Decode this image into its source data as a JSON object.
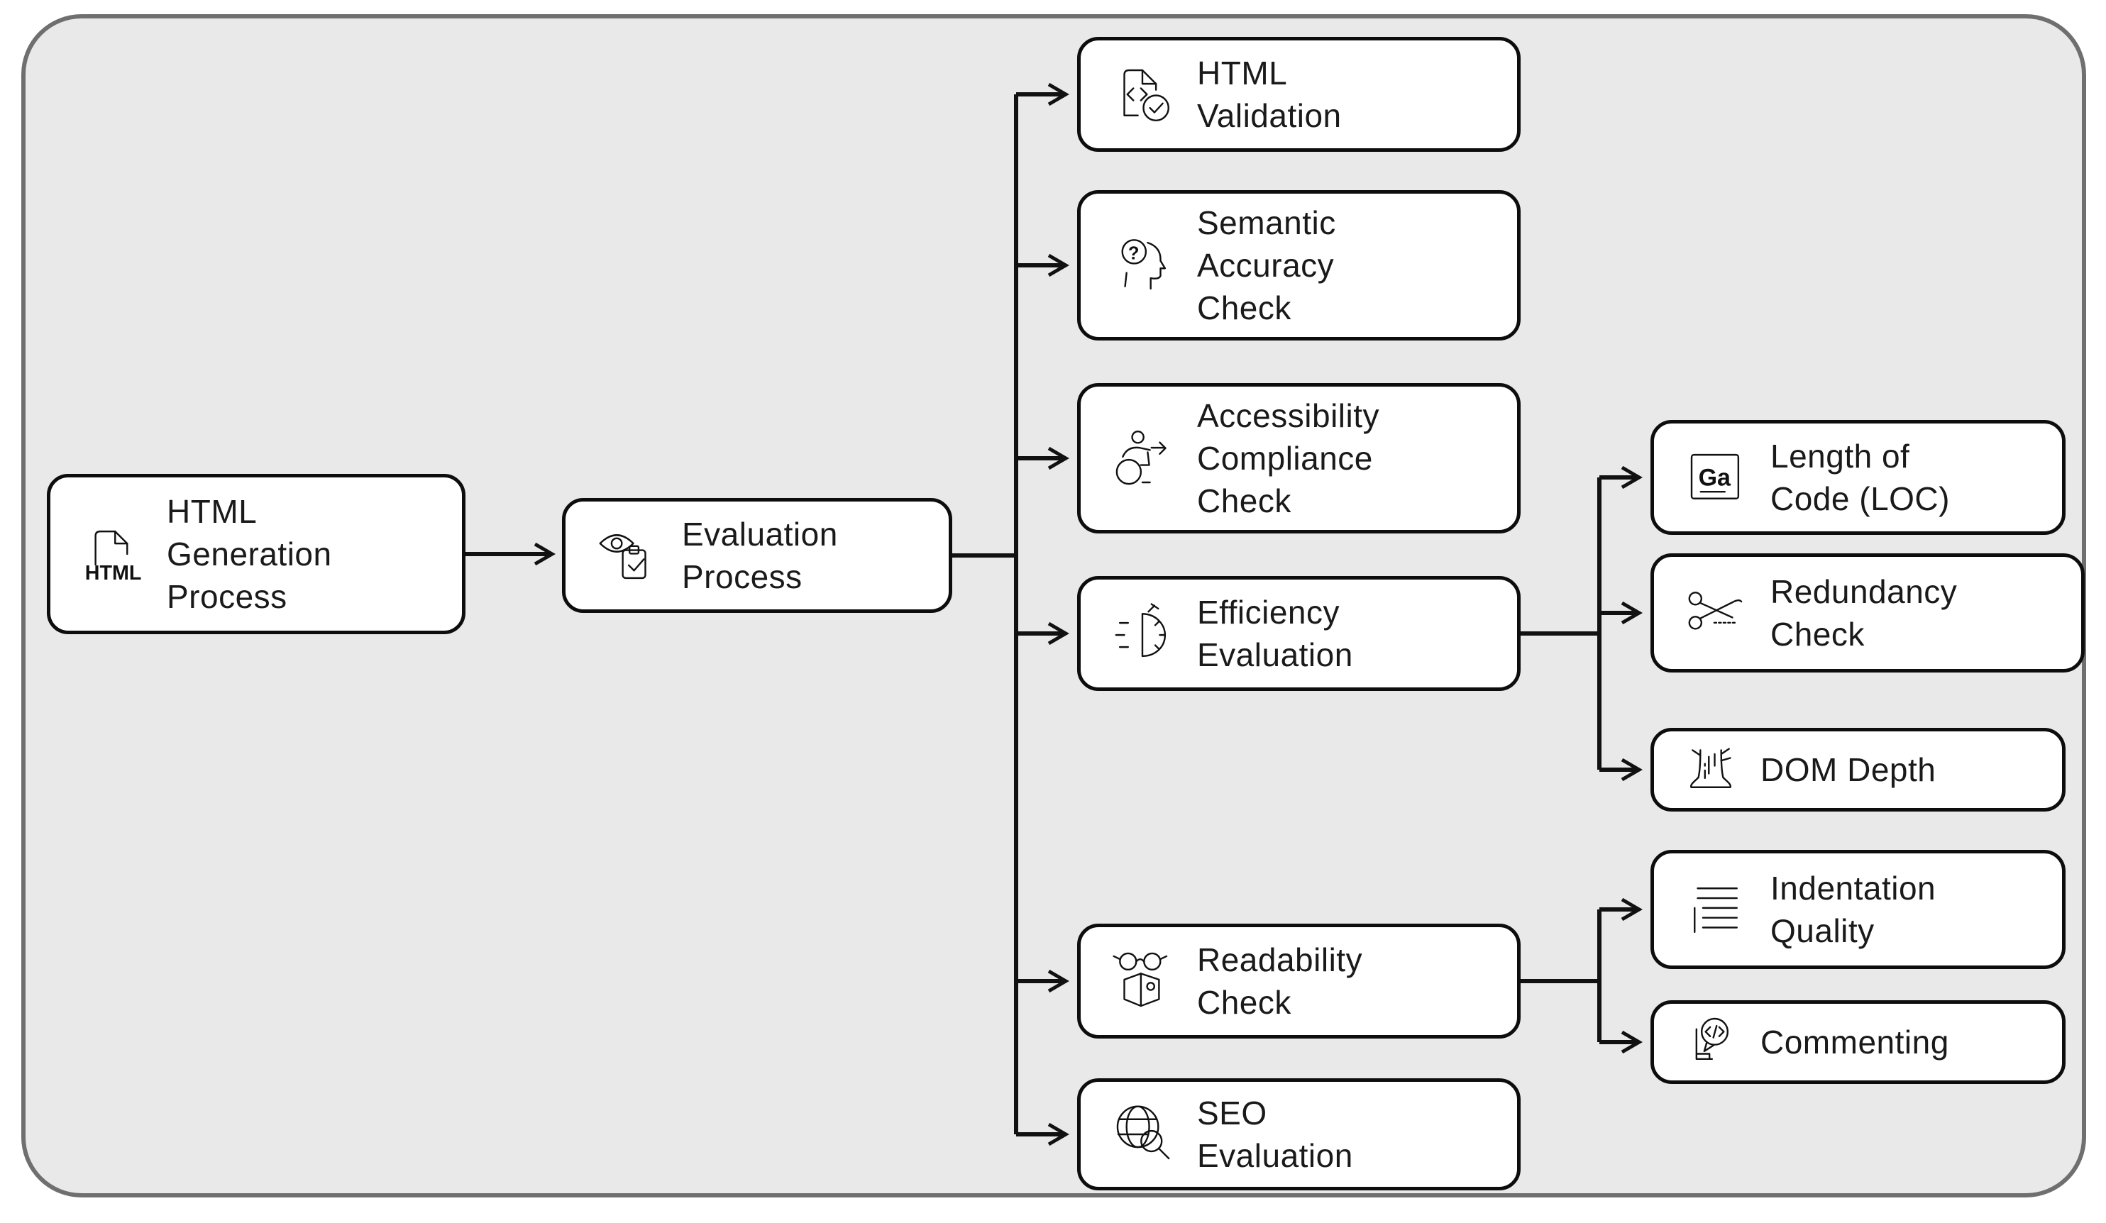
{
  "diagram": {
    "type": "flowchart",
    "direction": "left-to-right",
    "colors": {
      "page_background": "#ffffff",
      "panel_fill": "#e9e9e9",
      "panel_border": "#6f6f6f",
      "node_fill": "#ffffff",
      "node_border": "#0d0d0d",
      "connector": "#111111",
      "text": "#1a1a1a"
    },
    "arrow_style": "open-chevron"
  },
  "nodes": [
    {
      "id": "html-generation-process",
      "icon": "html-file-icon",
      "lines": [
        "HTML",
        "Generation",
        "Process"
      ]
    },
    {
      "id": "evaluation-process",
      "icon": "eye-checklist-icon",
      "lines": [
        "Evaluation",
        "Process"
      ]
    },
    {
      "id": "html-validation",
      "icon": "code-file-check-icon",
      "lines": [
        "HTML",
        "Validation"
      ]
    },
    {
      "id": "semantic-accuracy-check",
      "icon": "head-question-icon",
      "lines": [
        "Semantic",
        "Accuracy",
        "Check"
      ]
    },
    {
      "id": "accessibility-compliance-check",
      "icon": "wheelchair-arrow-icon",
      "lines": [
        "Accessibility",
        "Compliance",
        "Check"
      ]
    },
    {
      "id": "efficiency-evaluation",
      "icon": "stopwatch-icon",
      "lines": [
        "Efficiency",
        "Evaluation"
      ]
    },
    {
      "id": "readability-check",
      "icon": "glasses-book-icon",
      "lines": [
        "Readability",
        "Check"
      ]
    },
    {
      "id": "seo-evaluation",
      "icon": "globe-search-icon",
      "lines": [
        "SEO",
        "Evaluation"
      ]
    },
    {
      "id": "length-of-code",
      "icon": "font-size-box-icon",
      "lines": [
        "Length of",
        "Code (LOC)"
      ]
    },
    {
      "id": "redundancy-check",
      "icon": "scissors-icon",
      "lines": [
        "Redundancy",
        "Check"
      ]
    },
    {
      "id": "dom-depth",
      "icon": "tree-trunk-icon",
      "lines": [
        "DOM Depth"
      ]
    },
    {
      "id": "indentation-quality",
      "icon": "indent-lines-icon",
      "lines": [
        "Indentation",
        "Quality"
      ]
    },
    {
      "id": "commenting",
      "icon": "code-comment-icon",
      "lines": [
        "Commenting"
      ]
    }
  ],
  "edges": [
    {
      "from": "html-generation-process",
      "to": "evaluation-process"
    },
    {
      "from": "evaluation-process",
      "to": "html-validation"
    },
    {
      "from": "evaluation-process",
      "to": "semantic-accuracy-check"
    },
    {
      "from": "evaluation-process",
      "to": "accessibility-compliance-check"
    },
    {
      "from": "evaluation-process",
      "to": "efficiency-evaluation"
    },
    {
      "from": "evaluation-process",
      "to": "readability-check"
    },
    {
      "from": "evaluation-process",
      "to": "seo-evaluation"
    },
    {
      "from": "efficiency-evaluation",
      "to": "length-of-code"
    },
    {
      "from": "efficiency-evaluation",
      "to": "redundancy-check"
    },
    {
      "from": "efficiency-evaluation",
      "to": "dom-depth"
    },
    {
      "from": "readability-check",
      "to": "indentation-quality"
    },
    {
      "from": "readability-check",
      "to": "commenting"
    }
  ]
}
